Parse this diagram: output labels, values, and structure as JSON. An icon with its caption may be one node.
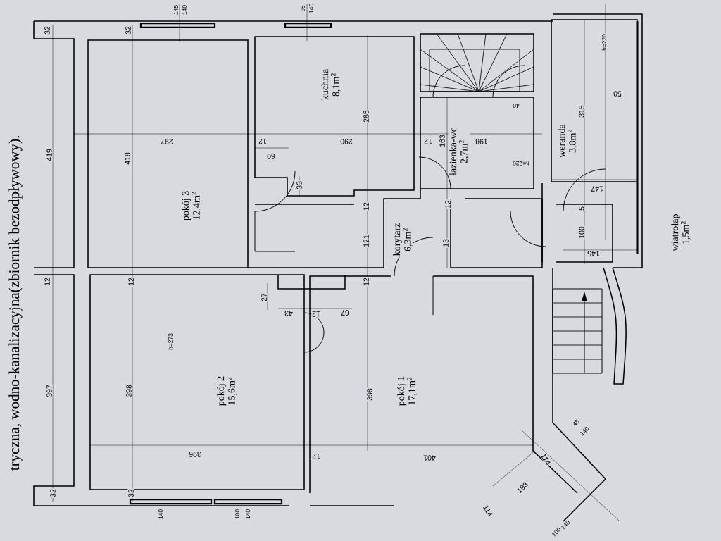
{
  "diagram": {
    "nodes": [
      {
        "text": [
          "pokój 3",
          "12,4m$^{2}$"
        ]
      },
      {
        "text": [
          "kuchnia",
          "8,1m$^{2}$"
        ]
      },
      {
        "text": [
          "łazienka-wc",
          "2,7m$^{2}$"
        ]
      },
      {
        "text": [
          "weranda",
          "3,8m$^{2}$"
        ]
      },
      {
        "text": [
          "korytarz",
          "6,3m$^{2}$"
        ]
      },
      {
        "text": [
          "wiatrołap",
          "1,5m$^{2}$"
        ]
      },
      {
        "text": [
          "pokój 2",
          "15,6m$^{2}$"
        ]
      },
      {
        "text": [
          "pokój 1",
          "17,1m$^{2}$"
        ]
      }
    ],
    "labels": [
      "tryczna, wodno-kanalizacyjna(zbiornik bezodpływowy).",
      "145",
      "140",
      "95",
      "140",
      "32",
      "32",
      "419",
      "418",
      "297",
      "12",
      "290",
      "60",
      "33",
      "285",
      "12",
      "121",
      "12",
      "163",
      "198",
      "40",
      "h=220",
      "h=220",
      "315",
      "50",
      "147",
      "5",
      "100",
      "145",
      "12",
      "13",
      "12",
      "12",
      "27",
      "43",
      "12",
      "67",
      "12",
      "h=273",
      "397",
      "398",
      "398",
      "396",
      "12",
      "401",
      "48",
      "140",
      "114",
      "198",
      "114",
      "140",
      "100",
      "32",
      "32",
      "140",
      "100",
      "140"
    ]
  }
}
